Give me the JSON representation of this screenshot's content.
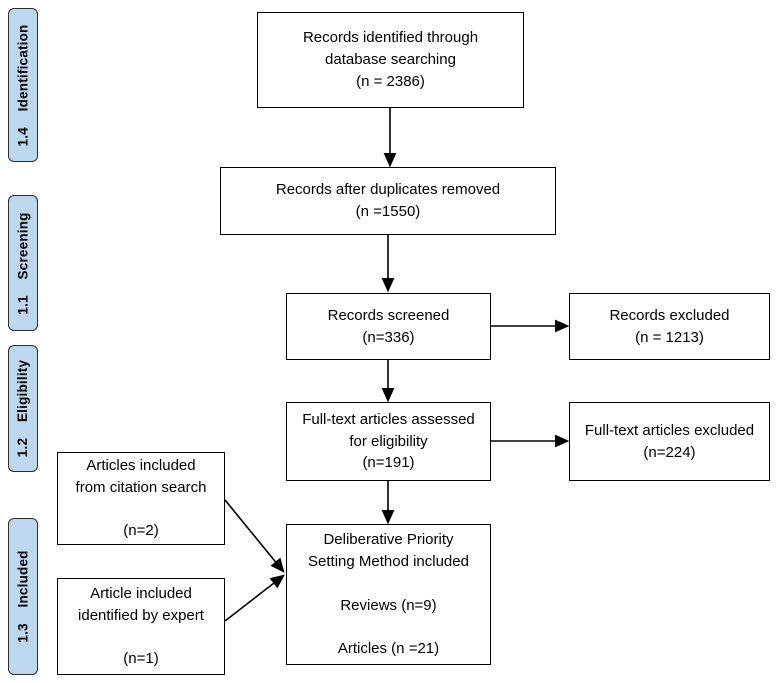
{
  "diagram": {
    "title": "PRISMA flow diagram",
    "accent_fill": "#BDD7EE",
    "border_color": "#000000"
  },
  "sidebar": {
    "labels": [
      {
        "id": "identification",
        "text": "1.4    Identification"
      },
      {
        "id": "screening",
        "text": "1.1    Screening"
      },
      {
        "id": "eligibility",
        "text": "1.2    Eligibility"
      },
      {
        "id": "included",
        "text": "1.3    Included"
      }
    ]
  },
  "boxes": {
    "identified": "Records identified through\ndatabase searching\n(n = 2386)",
    "duplicates_removed": "Records after duplicates removed\n(n =1550)",
    "screened": "Records screened\n(n=336)",
    "records_excluded": "Records excluded\n(n = 1213)",
    "fulltext_assessed": "Full-text articles assessed\nfor eligibility\n(n=191)",
    "fulltext_excluded": "Full-text articles excluded\n(n=224)",
    "citation_search": "Articles included\nfrom citation search\n\n(n=2)",
    "expert_identified": "Article included\nidentified by expert\n\n(n=1)",
    "method_included": "Deliberative Priority\nSetting Method included\n\nReviews (n=9)\n\nArticles (n =21)"
  }
}
